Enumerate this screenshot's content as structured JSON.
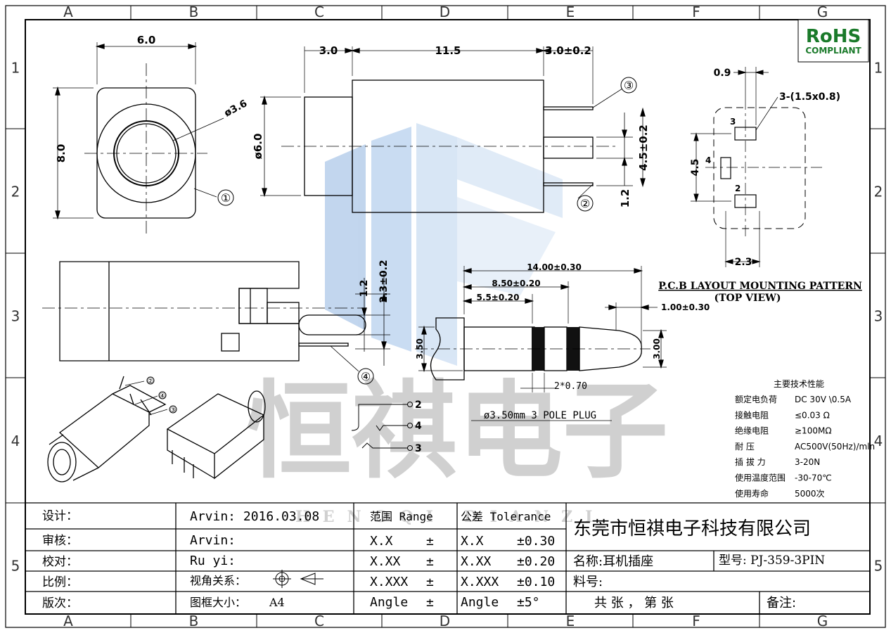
{
  "grid": {
    "columns": [
      "A",
      "B",
      "C",
      "D",
      "E",
      "F",
      "G"
    ],
    "rows": [
      "1",
      "2",
      "3",
      "4",
      "5"
    ]
  },
  "rohs": {
    "line1": "RoHS",
    "line2": "COMPLIANT"
  },
  "front_view": {
    "width": "6.0",
    "height": "8.0",
    "hole": "ø3.6",
    "callout": "①"
  },
  "side_view": {
    "dims": [
      "3.0",
      "11.5",
      "3.0±0.2",
      "ø6.0",
      "4.5±0.2",
      "1.2"
    ],
    "callouts": [
      "③",
      "②"
    ]
  },
  "pcb": {
    "dims": [
      "0.9",
      "3-(1.5x0.8)",
      "4.5",
      "2.3"
    ],
    "pin_labels": [
      "3",
      "4",
      "2"
    ],
    "title": "P.C.B LAYOUT MOUNTING PATTERN",
    "subtitle": "(TOP VIEW)"
  },
  "bottom_view": {
    "dims": [
      "1.2",
      "2.3±0.2"
    ],
    "callout": "④"
  },
  "plug": {
    "dims": [
      "14.00±0.30",
      "8.50±0.20",
      "5.5±0.20",
      "1.00±0.30",
      "3.50",
      "3.00",
      "2*0.70"
    ],
    "caption": "ø3.50mm 3 POLE PLUG"
  },
  "iso_callouts": [
    "②",
    "④",
    "③"
  ],
  "schematic_pins": [
    "2",
    "4",
    "3"
  ],
  "specs": {
    "title": "主要技术性能",
    "rows": [
      {
        "label": "额定电负荷",
        "value": "DC 30V \\0.5A"
      },
      {
        "label": "接触电阻",
        "value": "≤0.03  Ω"
      },
      {
        "label": "绝缘电阻",
        "value": "≥100MΩ"
      },
      {
        "label": "耐      压",
        "value": "AC500V(50Hz)/mln"
      },
      {
        "label": "插 拔 力",
        "value": "3-20N"
      },
      {
        "label": "使用温度范围",
        "value": "-30-70℃"
      },
      {
        "label": "使用寿命",
        "value": "5000次"
      }
    ]
  },
  "watermark": {
    "chars": "恒祺电子",
    "sub": "HENGQI DIANZI"
  },
  "title_block": {
    "labels": [
      "设计：",
      "审核：",
      "校对：",
      "比例：",
      "版次："
    ],
    "design": "Arvin:  2016.03.08",
    "check": "Arvin:",
    "proof": "Ru  yi:",
    "view_label": "视角关系：",
    "frame_label": "图框大小：",
    "frame_value": "A4",
    "range_header": "范围 Range",
    "tol_header": "公差 Tolerance",
    "ranges": [
      "X.X",
      "X.XX",
      "X.XXX",
      "Angle"
    ],
    "pm": "±",
    "tol_keys": [
      "X.X",
      "X.XX",
      "X.XXX",
      "Angle"
    ],
    "tol_values": [
      "±0.30",
      "±0.20",
      "±0.10",
      "±5°"
    ],
    "company": "东莞市恒祺电子科技有限公司",
    "name": "名称:耳机插座",
    "model": "型号: PJ-359-3PIN",
    "material": "料号:",
    "pages": "共    张  ， 第    张",
    "remark": "备注:"
  }
}
